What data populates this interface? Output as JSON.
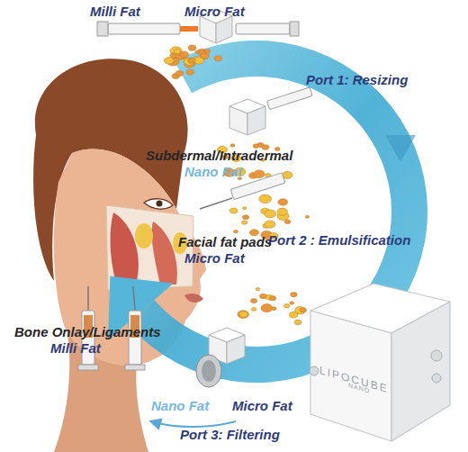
{
  "diagram": {
    "nodes": [
      {
        "text": [
          "LIPOCUBE",
          "NANO"
        ]
      }
    ],
    "labels": [
      "Milli Fat",
      "Micro Fat",
      "Port 1: Resizing",
      "Port 2 : Emulsification",
      "Nano Fat",
      "Micro Fat",
      "Port 3: Filtering",
      "Subdermal/Intradermal",
      "Nano Fat",
      "Facial fat pads",
      "Micro Fat",
      "Bone Onlay/Ligaments",
      "Milli Fat"
    ]
  }
}
